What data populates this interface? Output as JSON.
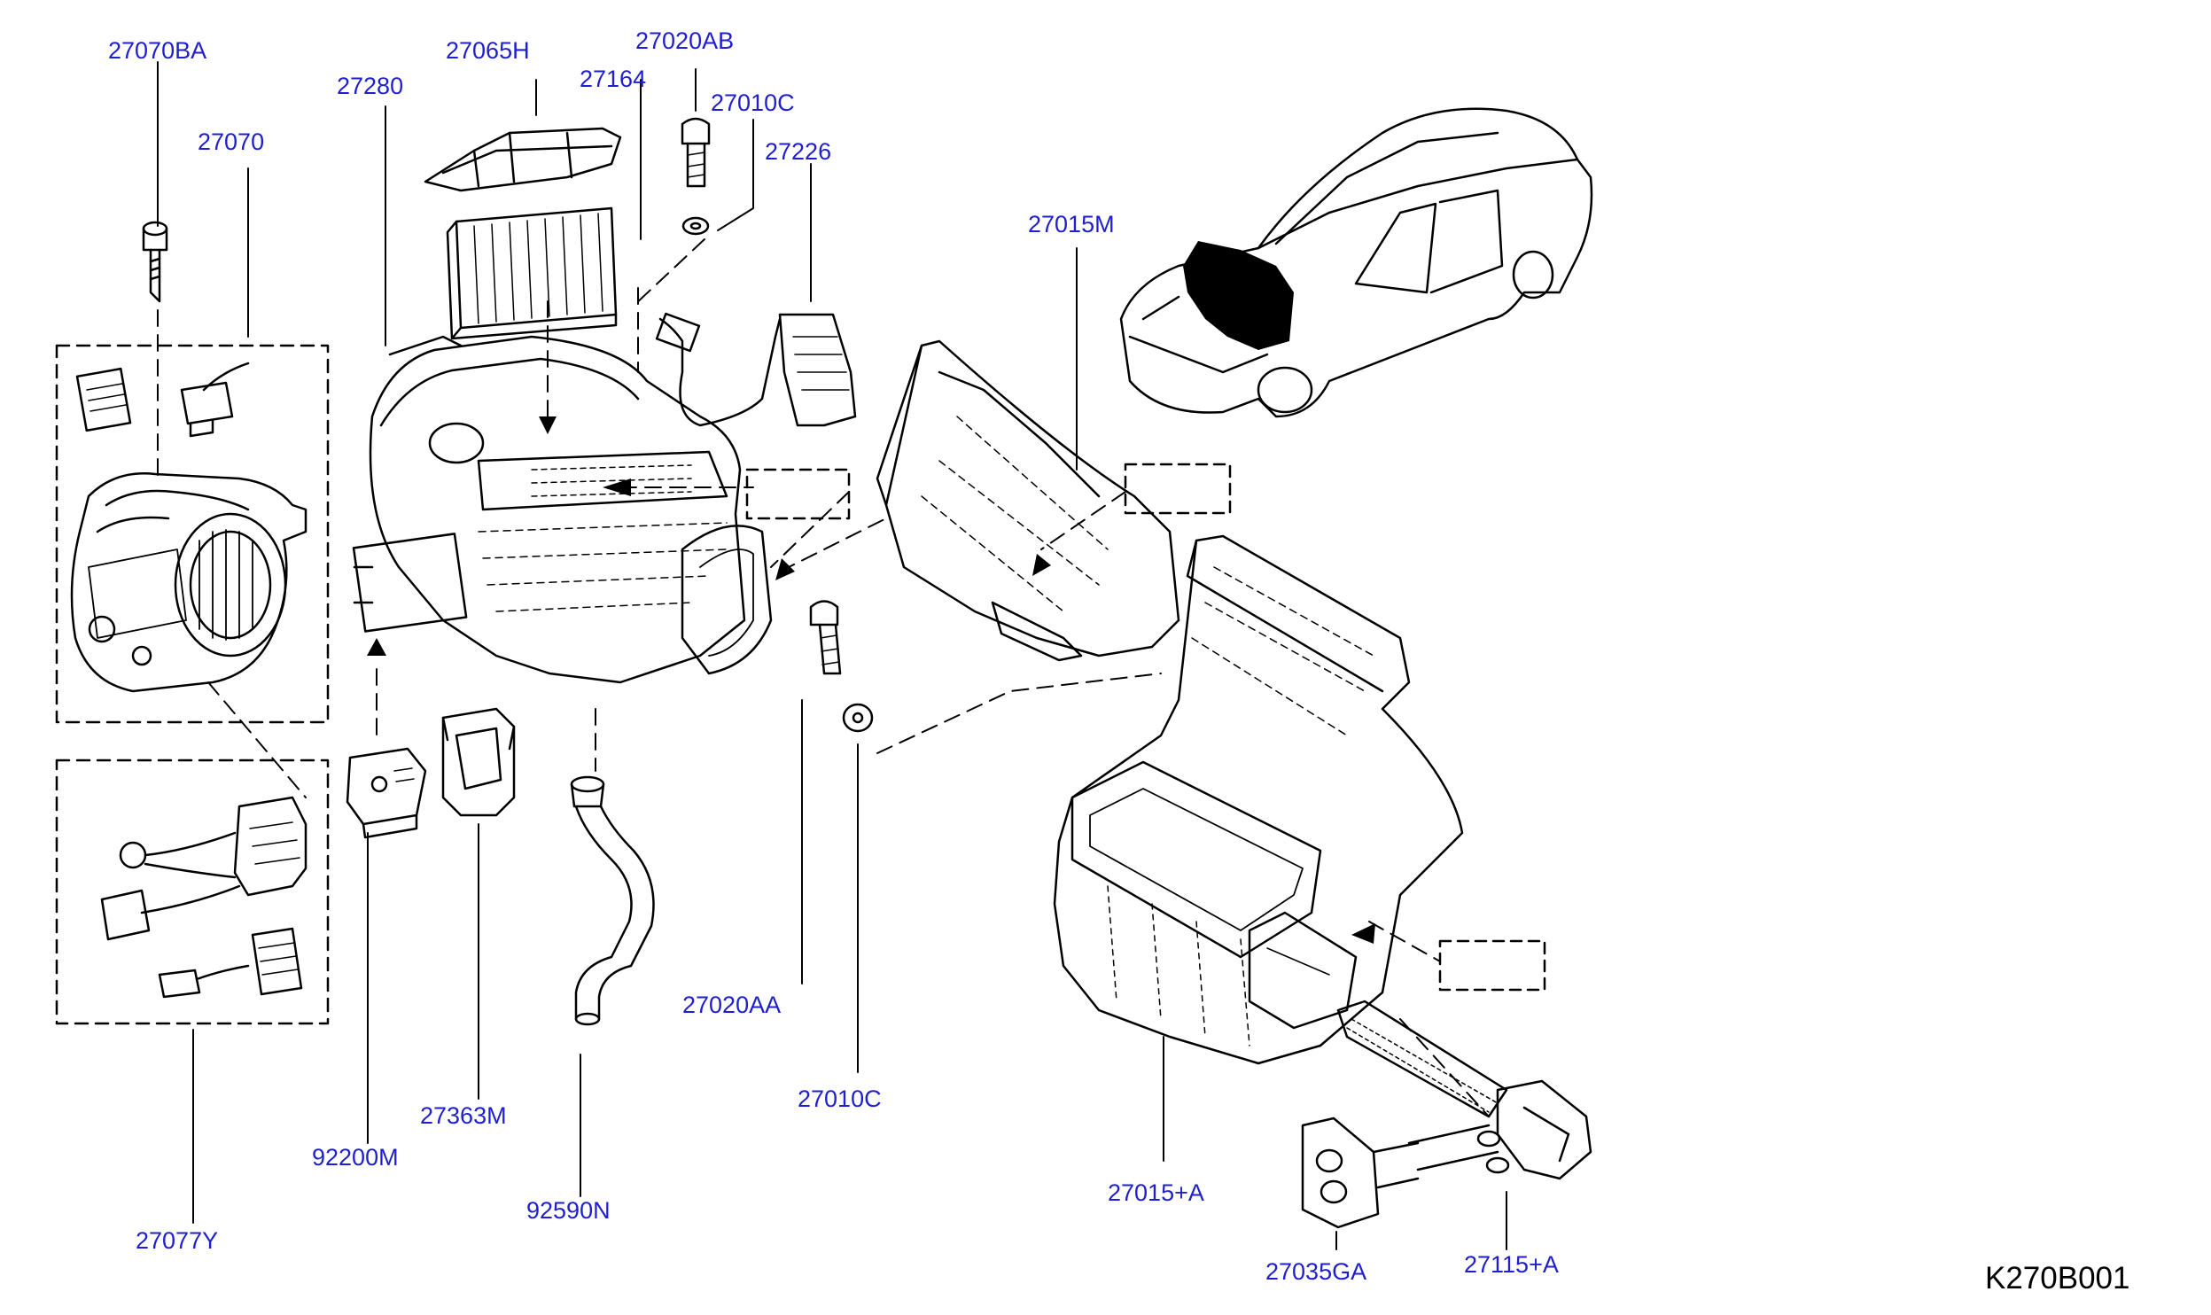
{
  "colors": {
    "callout": "#1f1fd0",
    "linework": "#000000",
    "background": "#ffffff"
  },
  "figure_code": "K270B001",
  "callouts": [
    {
      "id": "27070BA",
      "text": "27070BA"
    },
    {
      "id": "27070",
      "text": "27070"
    },
    {
      "id": "27280",
      "text": "27280"
    },
    {
      "id": "27065H",
      "text": "27065H"
    },
    {
      "id": "27164",
      "text": "27164"
    },
    {
      "id": "27020AB",
      "text": "27020AB"
    },
    {
      "id": "27010C-top",
      "text": "27010C"
    },
    {
      "id": "27226",
      "text": "27226"
    },
    {
      "id": "27015M",
      "text": "27015M"
    },
    {
      "id": "27077Y",
      "text": "27077Y"
    },
    {
      "id": "92200M",
      "text": "92200M"
    },
    {
      "id": "27363M",
      "text": "27363M"
    },
    {
      "id": "92590N",
      "text": "92590N"
    },
    {
      "id": "27020AA",
      "text": "27020AA"
    },
    {
      "id": "27010C-bottom",
      "text": "27010C"
    },
    {
      "id": "27015+A",
      "text": "27015+A"
    },
    {
      "id": "27035GA",
      "text": "27035GA"
    },
    {
      "id": "27115+A",
      "text": "27115+A"
    }
  ]
}
